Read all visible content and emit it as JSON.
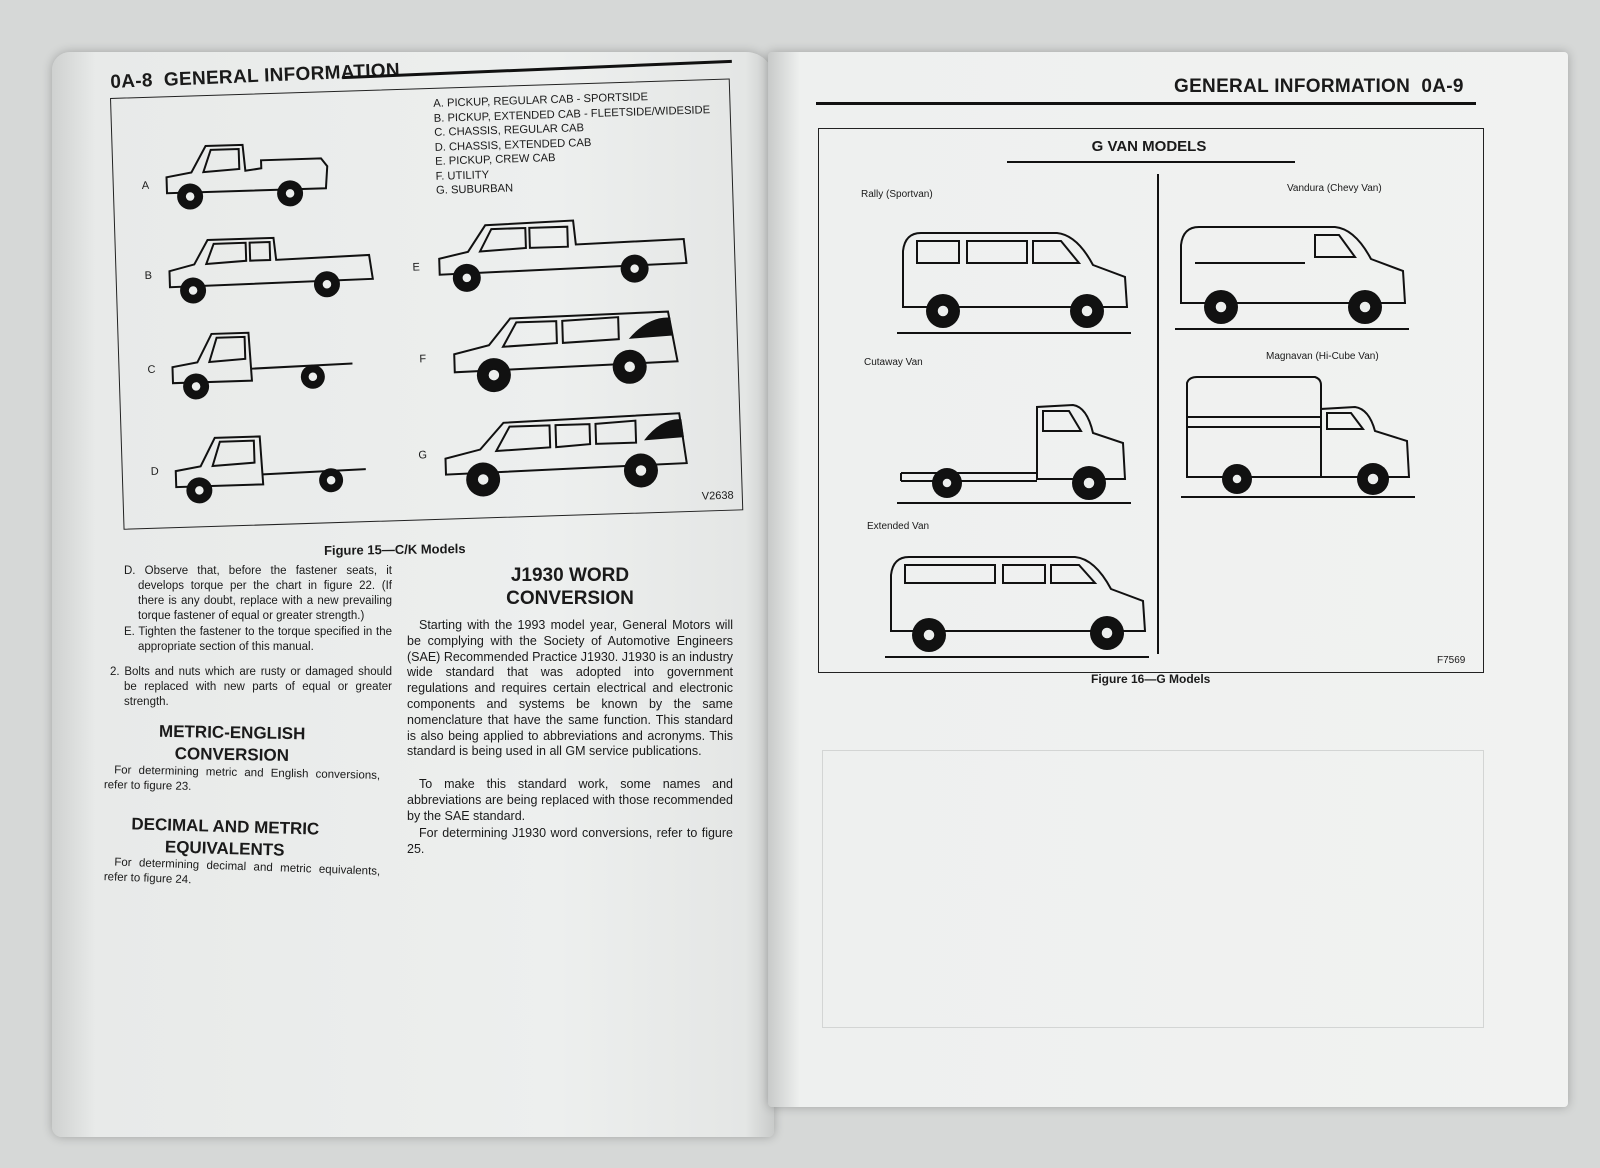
{
  "left_page": {
    "page_number": "0A-8",
    "section_title": "GENERAL INFORMATION",
    "figure15": {
      "legend": [
        "A. PICKUP, REGULAR CAB - SPORTSIDE",
        "B. PICKUP, EXTENDED CAB - FLEETSIDE/WIDESIDE",
        "C. CHASSIS, REGULAR CAB",
        "D. CHASSIS, EXTENDED CAB",
        "E. PICKUP, CREW CAB",
        "F. UTILITY",
        "G. SUBURBAN"
      ],
      "labels": [
        "A",
        "B",
        "C",
        "D",
        "E",
        "F",
        "G"
      ],
      "code": "V2638",
      "caption": "Figure 15—C/K Models"
    },
    "steps": [
      "D. Observe that, before the fastener seats, it develops torque per the chart in figure 22. (If there is any doubt, replace with a new prevailing torque fastener of equal or greater strength.)",
      "E. Tighten the fastener to the torque specified in the appropriate section of this manual.",
      "2. Bolts and nuts which are rusty or damaged should be replaced with new parts of equal or greater strength."
    ],
    "metric_heading": [
      "METRIC-ENGLISH",
      "CONVERSION"
    ],
    "metric_text": "For determining metric and English conversions, refer to figure 23.",
    "decimal_heading": [
      "DECIMAL AND METRIC",
      "EQUIVALENTS"
    ],
    "decimal_text": "For determining decimal and metric equivalents, refer to figure 24.",
    "j1930_heading": [
      "J1930 WORD",
      "CONVERSION"
    ],
    "j1930_paragraphs": [
      "Starting with the 1993 model year, General Motors will be complying with the Society of Automotive Engineers (SAE) Recommended Practice J1930. J1930 is an industry wide standard that was adopted into government regulations and requires certain electrical and electronic components and systems be known by the same nomenclature that have the same function. This standard is also being applied to abbreviations and acronyms. This standard is being used in all GM service publications.",
      "To make this standard work, some names and abbreviations are being replaced with those recommended by the SAE standard.",
      "For determining J1930 word conversions, refer to figure 25."
    ]
  },
  "right_page": {
    "section_title": "GENERAL INFORMATION",
    "page_number": "0A-9",
    "figure16": {
      "title": "G VAN MODELS",
      "vans": [
        "Rally (Sportvan)",
        "Vandura (Chevy Van)",
        "Cutaway Van",
        "Magnavan (Hi-Cube Van)",
        "Extended Van"
      ],
      "code": "F7569",
      "caption": "Figure 16—G Models"
    }
  }
}
